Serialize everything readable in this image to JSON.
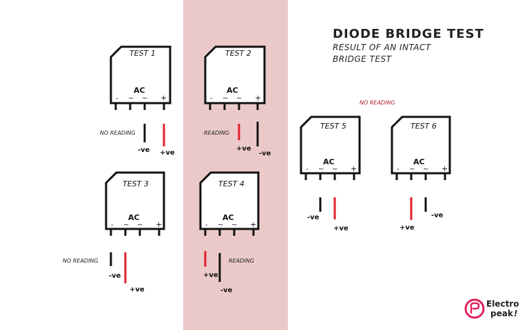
{
  "title": "DIODE BRIDGE TEST",
  "subtitle_line1": "RESULT OF AN INTACT",
  "subtitle_line2": "BRIDGE TEST",
  "colors": {
    "background": "#ffffff",
    "highlight": "#ecc9c9",
    "probe_red": "#e0202a",
    "probe_black": "#111111",
    "logo": "#e0205a",
    "no_reading_red": "#b0202a"
  },
  "tests": [
    {
      "label": "TEST 1",
      "ac": "AC",
      "pins": [
        "-",
        "~",
        "~",
        "+"
      ],
      "annotation": "NO READING",
      "probe_neg": "-ve",
      "probe_pos": "+ve"
    },
    {
      "label": "TEST 2",
      "ac": "AC",
      "pins": [
        "-",
        "~",
        "~",
        "+"
      ],
      "annotation": "READING",
      "probe_neg": "-ve",
      "probe_pos": "+ve"
    },
    {
      "label": "TEST 3",
      "ac": "AC",
      "pins": [
        "-",
        "~",
        "~",
        "+"
      ],
      "annotation": "NO READING",
      "probe_neg": "-ve",
      "probe_pos": "+ve"
    },
    {
      "label": "TEST 4",
      "ac": "AC",
      "pins": [
        "-",
        "~",
        "~",
        "+"
      ],
      "annotation": "READING",
      "probe_neg": "-ve",
      "probe_pos": "+ve"
    },
    {
      "label": "TEST 5",
      "ac": "AC",
      "pins": [
        "-",
        "~",
        "~",
        "+"
      ],
      "annotation": "",
      "probe_neg": "-ve",
      "probe_pos": "+ve"
    },
    {
      "label": "TEST 6",
      "ac": "AC",
      "pins": [
        "-",
        "~",
        "~",
        "+"
      ],
      "annotation": "",
      "probe_neg": "-ve",
      "probe_pos": "+ve"
    }
  ],
  "shared_annotation": "NO READING",
  "logo": {
    "line1": "Electro",
    "line2": "peak",
    "mark": "!"
  }
}
